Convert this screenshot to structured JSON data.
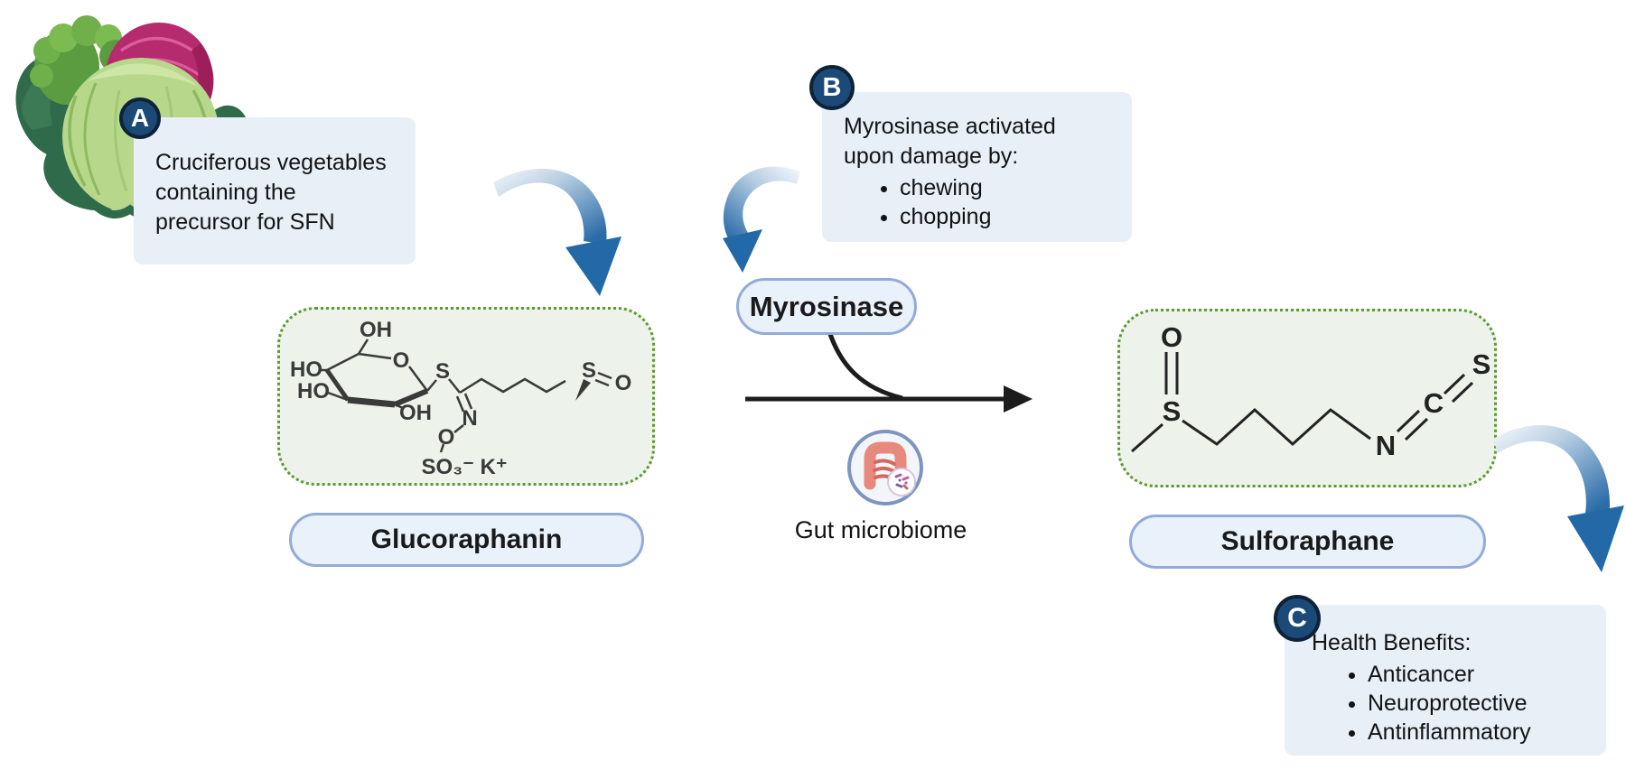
{
  "step_a": {
    "badge": "A",
    "lines": [
      "Cruciferous vegetables",
      "containing the",
      "precursor for SFN"
    ]
  },
  "step_b": {
    "badge": "B",
    "lines": [
      "Myrosinase activated",
      "upon damage by:"
    ],
    "bullets": [
      "chewing",
      "chopping"
    ]
  },
  "step_c": {
    "badge": "C",
    "heading": "Health Benefits:",
    "bullets": [
      "Anticancer",
      "Neuroprotective",
      "Antinflammatory"
    ]
  },
  "labels": {
    "myrosinase": "Myrosinase",
    "glucoraphanin": "Glucoraphanin",
    "sulforaphane": "Sulforaphane",
    "gut_microbiome": "Gut microbiome"
  },
  "molecules": {
    "glucoraphanin": {
      "oh_top": "OH",
      "ho_upper": "HO",
      "ho_lower": "HO",
      "oh_bottom": "OH",
      "ring_o": "O",
      "s_glycosidic": "S",
      "n_imine": "N",
      "o_link": "O",
      "sulfate": "SO₃⁻ K⁺",
      "s_sulfinyl": "S",
      "o_sulfinyl": "O"
    },
    "sulforaphane": {
      "o_sulfinyl": "O",
      "s_sulfinyl": "S",
      "n_itc": "N",
      "c_itc": "C",
      "s_itc": "S"
    }
  },
  "colors": {
    "note_box": "#e8eff7",
    "badge_fill": "#1c4a78",
    "badge_ring": "#0e2238",
    "pill_fill": "#e9f1fb",
    "pill_border": "#92abd8",
    "molecule_box_fill": "#edf3ea",
    "molecule_box_border": "#5c9a31",
    "swoosh_blue": "#2369a8",
    "reaction_arrow_black": "#1c1c1c",
    "red_cabbage": "#b62a6e",
    "green_cabbage": "#b7d88b",
    "dark_leaves": "#2f6b4b",
    "intestine_pink": "#e8897e"
  }
}
